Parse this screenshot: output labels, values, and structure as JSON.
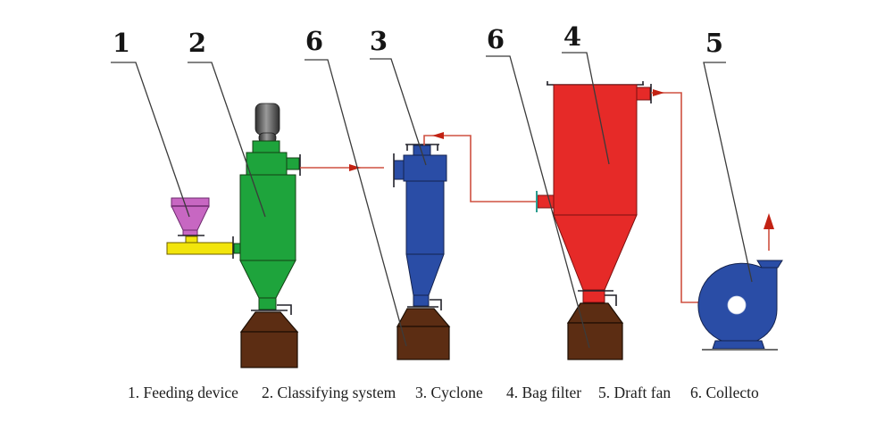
{
  "callouts": [
    {
      "num": "1",
      "target": "feeding-device"
    },
    {
      "num": "2",
      "target": "classifying-system"
    },
    {
      "num": "6",
      "target": "collector-under-cyclone"
    },
    {
      "num": "3",
      "target": "cyclone"
    },
    {
      "num": "6",
      "target": "collector-under-bag-filter"
    },
    {
      "num": "4",
      "target": "bag-filter"
    },
    {
      "num": "5",
      "target": "draft-fan"
    }
  ],
  "legend": {
    "items": [
      "1. Feeding device",
      "2. Classifying system",
      "3. Cyclone",
      "4. Bag filter",
      "5. Draft fan",
      "6. Collecto"
    ]
  },
  "components": {
    "feeding_device": "Feeding device",
    "classifying_system": "Classifying system",
    "cyclone": "Cyclone",
    "bag_filter": "Bag filter",
    "draft_fan": "Draft fan",
    "collector": "Collector"
  },
  "colors": {
    "classifier_green": "#1ea43c",
    "feeder_pink": "#c767c2",
    "feeder_yellow": "#f2e50c",
    "cyclone_blue": "#2a4da6",
    "bagfilter_red": "#e62a28",
    "collector_brown": "#5c2d13",
    "pipe_red": "#cf5040",
    "arrow_red": "#c22213",
    "leader_gray": "#3b3b3b",
    "flange_teal": "#2a9d8f",
    "motor_gray_dark": "#2e2e2e",
    "motor_gray_light": "#9a9a9a"
  }
}
